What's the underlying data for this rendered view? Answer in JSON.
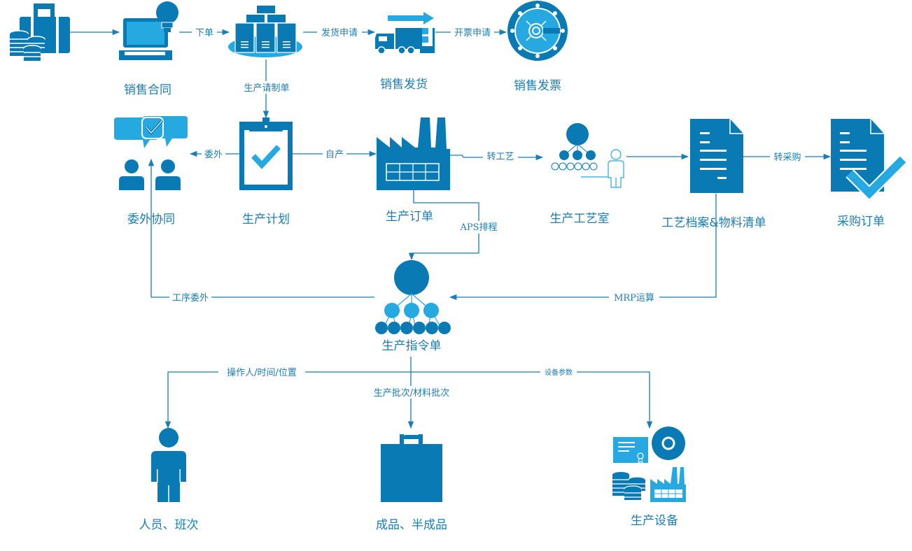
{
  "colors": {
    "primary": "#0a7ab5",
    "accent": "#26a8e0",
    "line": "#1a7db5",
    "background": "#ffffff"
  },
  "nodes": {
    "start": {
      "label": "",
      "icon": "briefcase-coins-icon"
    },
    "sales_contract": {
      "label": "销售合同",
      "icon": "laptop-lightbulb-icon"
    },
    "server": {
      "label": "",
      "icon": "server-cluster-icon"
    },
    "sales_delivery": {
      "label": "销售发货",
      "icon": "delivery-truck-icon"
    },
    "sales_invoice": {
      "label": "销售发票",
      "icon": "vault-icon"
    },
    "outsource": {
      "label": "委外协同",
      "icon": "chat-people-icon"
    },
    "production_plan": {
      "label": "生产计划",
      "icon": "clipboard-check-icon"
    },
    "production_order": {
      "label": "生产订单",
      "icon": "factory-icon"
    },
    "process_room": {
      "label": "生产工艺室",
      "icon": "org-hierarchy-person-icon"
    },
    "bom": {
      "label": "工艺档案&物料清单",
      "icon": "document-icon"
    },
    "purchase_order": {
      "label": "采购订单",
      "icon": "document-check-icon"
    },
    "work_order": {
      "label": "生产指令单",
      "icon": "hierarchy-icon"
    },
    "staff": {
      "label": "人员、班次",
      "icon": "person-icon"
    },
    "products": {
      "label": "成品、半成品",
      "icon": "shopping-bag-icon"
    },
    "equipment": {
      "label": "生产设备",
      "icon": "equipment-collage-icon"
    }
  },
  "edges": {
    "place_order": "下单",
    "ship_request": "发货申请",
    "invoice_request": "开票申请",
    "prod_request": "生产请制单",
    "outsource": "委外",
    "self_produce": "自产",
    "to_process": "转工艺",
    "to_purchase": "转采购",
    "aps": "APS排程",
    "mrp": "MRP运算",
    "process_outsource": "工序委外",
    "operator_time_location": "操作人/时间/位置",
    "batch": "生产批次/材料批次",
    "equipment_params": "设备参数"
  }
}
